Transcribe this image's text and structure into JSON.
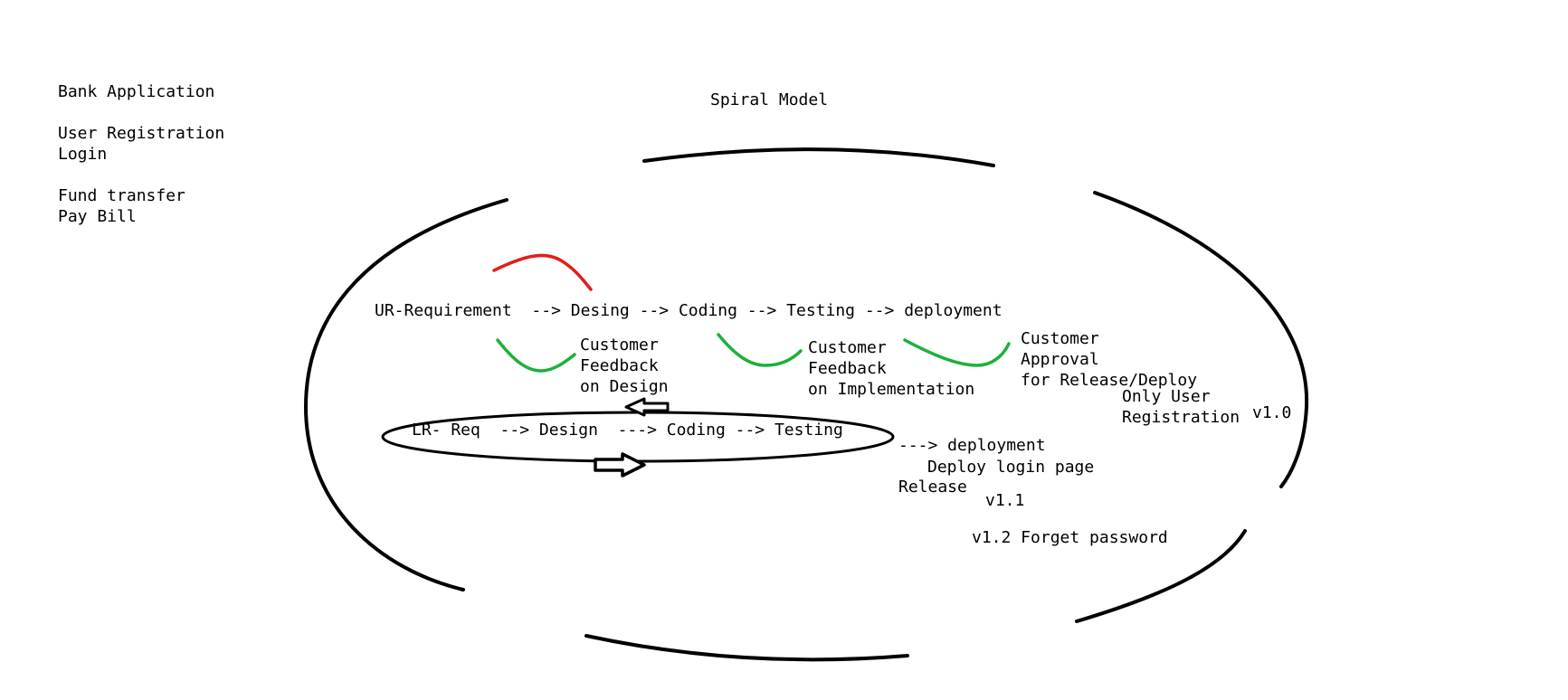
{
  "notes": {
    "title": "Bank Application",
    "group1": [
      "User Registration",
      "Login"
    ],
    "group2": [
      "Fund transfer",
      "Pay Bill"
    ]
  },
  "diagram_title": "Spiral Model",
  "outer_flow": "UR-Requirement  --> Desing --> Coding --> Testing --> deployment",
  "feedback": {
    "design": [
      "Customer",
      "Feedback",
      "on Design"
    ],
    "implementation": [
      "Customer",
      "Feedback",
      "on Implementation"
    ],
    "approval": [
      "Customer",
      "Approval",
      "for Release/Deploy"
    ]
  },
  "release_v1_0": {
    "lines": [
      "Only User",
      "Registration"
    ],
    "version": "v1.0"
  },
  "inner_flow": "LR- Req  --> Design  ---> Coding --> Testing",
  "inner_deploy": {
    "flow": "---> deployment",
    "detail": "Deploy login page",
    "release": "Release",
    "version": "v1.1"
  },
  "next_release": "v1.2 Forget password",
  "colors": {
    "ink": "#000000",
    "negative_stroke": "#e0201c",
    "positive_stroke": "#1db03c"
  }
}
